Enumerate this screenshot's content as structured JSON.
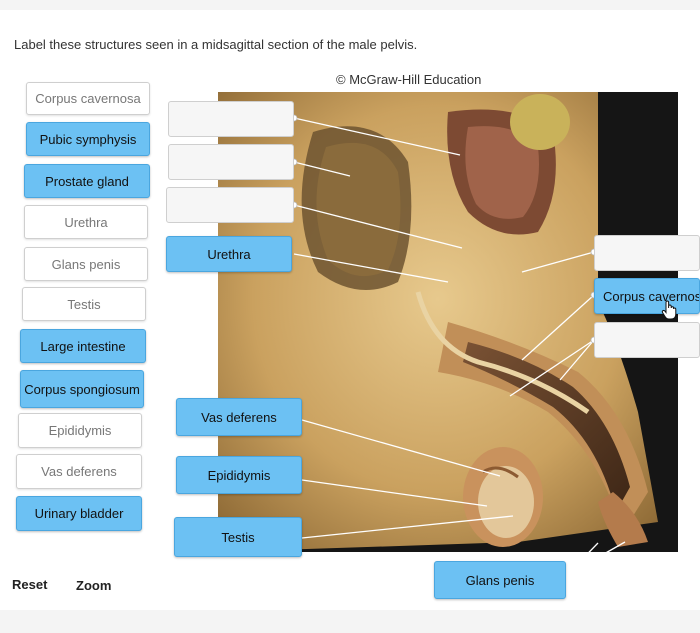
{
  "instruction": "Label these structures seen in a midsagittal section of the male pelvis.",
  "copyright": "© McGraw-Hill Education",
  "word_bank": [
    {
      "label": "Corpus cavernosa",
      "state": "used"
    },
    {
      "label": "Pubic symphysis",
      "state": "available"
    },
    {
      "label": "Prostate gland",
      "state": "available"
    },
    {
      "label": "Urethra",
      "state": "used"
    },
    {
      "label": "Glans penis",
      "state": "used"
    },
    {
      "label": "Testis",
      "state": "used"
    },
    {
      "label": "Large intestine",
      "state": "available"
    },
    {
      "label": "Corpus spongiosum",
      "state": "available"
    },
    {
      "label": "Epididymis",
      "state": "used"
    },
    {
      "label": "Vas deferens",
      "state": "used"
    },
    {
      "label": "Urinary bladder",
      "state": "available"
    }
  ],
  "targets": {
    "urethra": "Urethra",
    "corpus_cavernosa": "Corpus cavernosa",
    "vas_deferens": "Vas deferens",
    "epididymis": "Epididymis",
    "testis": "Testis",
    "glans_penis": "Glans penis"
  },
  "controls": {
    "reset": "Reset",
    "zoom": "Zoom"
  }
}
